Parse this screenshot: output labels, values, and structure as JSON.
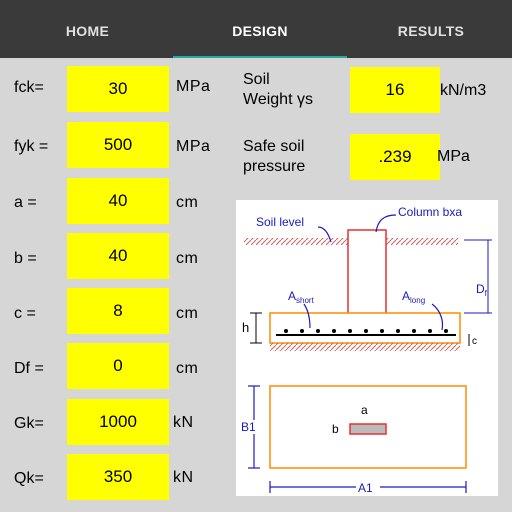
{
  "tabs": {
    "home": "HOME",
    "design": "DESIGN",
    "results": "RESULTS"
  },
  "left_fields": [
    {
      "label": "fck=",
      "value": "30",
      "unit": "MPa"
    },
    {
      "label": "fyk =",
      "value": "500",
      "unit": "MPa"
    },
    {
      "label": "a =",
      "value": "40",
      "unit": "cm"
    },
    {
      "label": "b  =",
      "value": "40",
      "unit": "cm"
    },
    {
      "label": "c =",
      "value": "8",
      "unit": "cm"
    },
    {
      "label": "Df =",
      "value": "0",
      "unit": "cm"
    },
    {
      "label": "Gk=",
      "value": "1000",
      "unit": "kN"
    },
    {
      "label": "Qk=",
      "value": "350",
      "unit": "kN"
    }
  ],
  "right_fields": [
    {
      "label_line1": "Soil",
      "label_line2": "Weight γs",
      "value": "16",
      "unit": "kN/m3"
    },
    {
      "label_line1": "Safe soil",
      "label_line2": "pressure",
      "value": ".239",
      "unit": "MPa"
    }
  ],
  "diagram": {
    "soil_level": "Soil level",
    "column": "Column bxa",
    "a_short": "A",
    "a_short_sub": "short",
    "a_long": "A",
    "a_long_sub": "long",
    "h": "h",
    "c": "c",
    "df": "D",
    "df_sub": "f",
    "b1": "B1",
    "a1": "A1",
    "plan_a": "a",
    "plan_b": "b"
  },
  "colors": {
    "tabbar": "#3a3a3a",
    "accent": "#2aa7a0",
    "input": "#ffff00",
    "footing": "#ff8c00",
    "column": "#e83030",
    "dim": "#1a1ac0"
  }
}
